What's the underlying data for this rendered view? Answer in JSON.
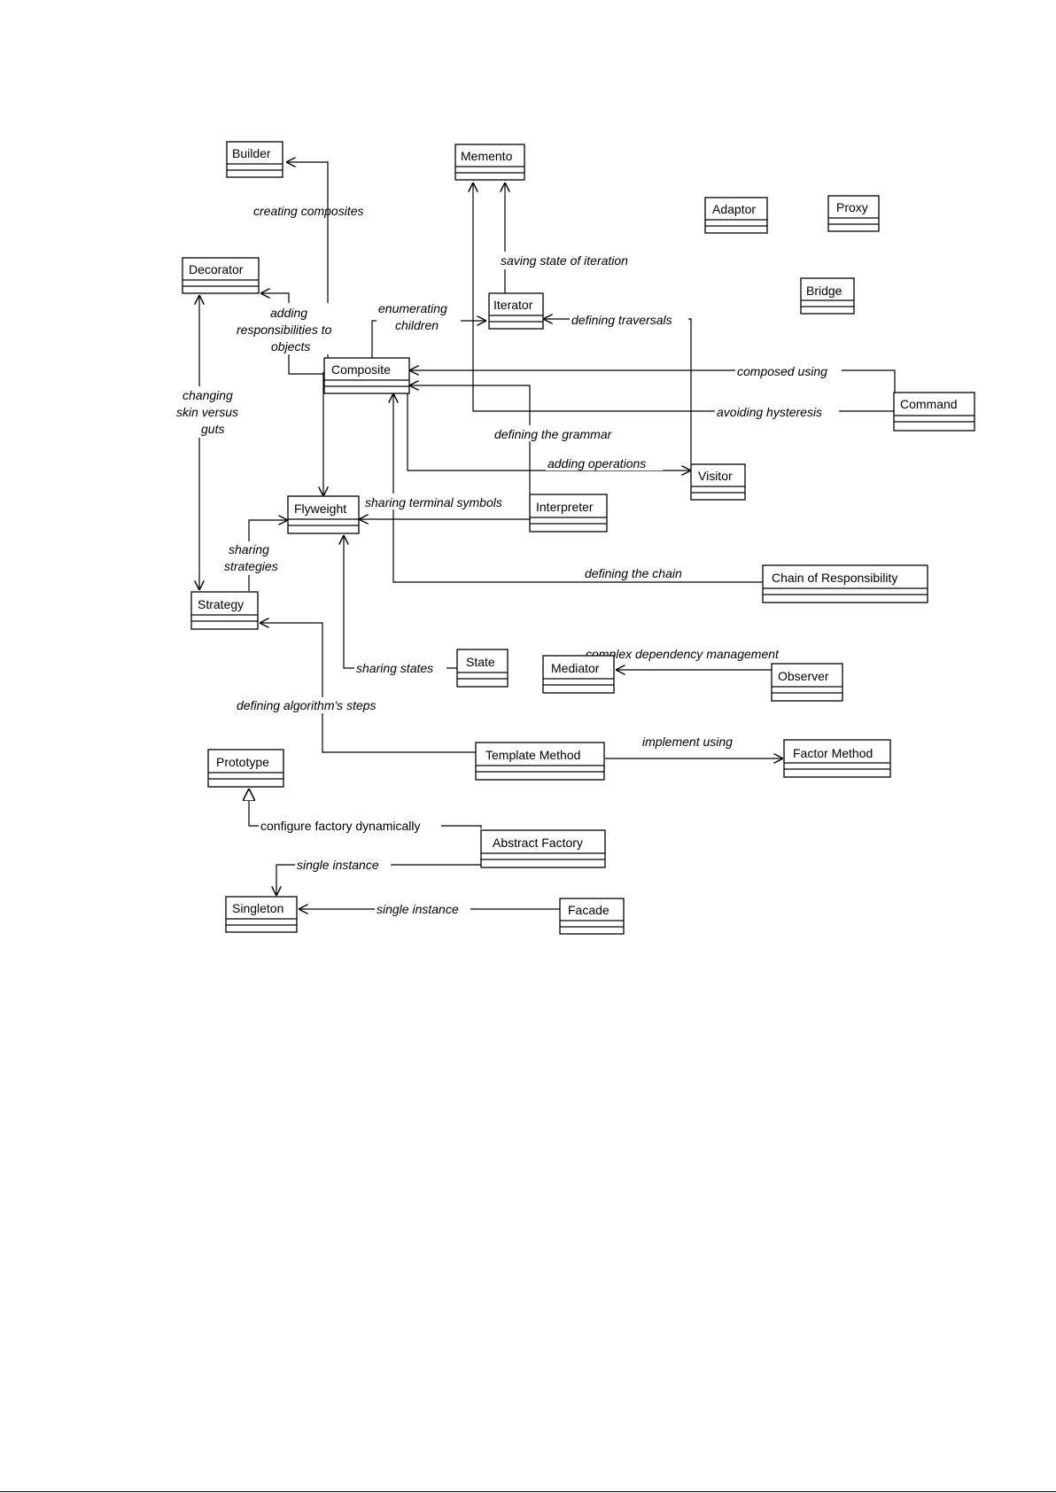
{
  "classes": {
    "builder": "Builder",
    "memento": "Memento",
    "adaptor": "Adaptor",
    "proxy": "Proxy",
    "decorator": "Decorator",
    "iterator": "Iterator",
    "bridge": "Bridge",
    "composite": "Composite",
    "command": "Command",
    "visitor": "Visitor",
    "flyweight": "Flyweight",
    "interpreter": "Interpreter",
    "chain": "Chain of Responsibility",
    "strategy": "Strategy",
    "state": "State",
    "mediator": "Mediator",
    "observer": "Observer",
    "template": "Template Method",
    "factory_method": "Factor Method",
    "prototype": "Prototype",
    "abstract_factory": "Abstract Factory",
    "singleton": "Singleton",
    "facade": "Facade"
  },
  "relations": {
    "creating_composites": "creating composites",
    "saving_state": "saving state of iteration",
    "adding_resp_1": "adding",
    "adding_resp_2": "responsibilities to",
    "adding_resp_3": "objects",
    "enumerating_1": "enumerating",
    "enumerating_2": "children",
    "defining_traversals": "defining traversals",
    "composed_using": "composed using",
    "changing_1": "changing",
    "changing_2": "skin versus",
    "changing_3": "guts",
    "avoiding_hysteresis": "avoiding hysteresis",
    "defining_grammar": "defining the grammar",
    "adding_operations": "adding operations",
    "sharing_terminal": "sharing terminal symbols",
    "sharing_strategies_1": "sharing",
    "sharing_strategies_2": "strategies",
    "defining_chain": "defining the chain",
    "complex_dependency": "complex dependency management",
    "sharing_states": "sharing states",
    "defining_algorithm": "defining algorithm's steps",
    "implement_using": "implement using",
    "configure_factory": "configure factory dynamically",
    "single_instance_af": "single instance",
    "single_instance_facade": "single instance"
  }
}
